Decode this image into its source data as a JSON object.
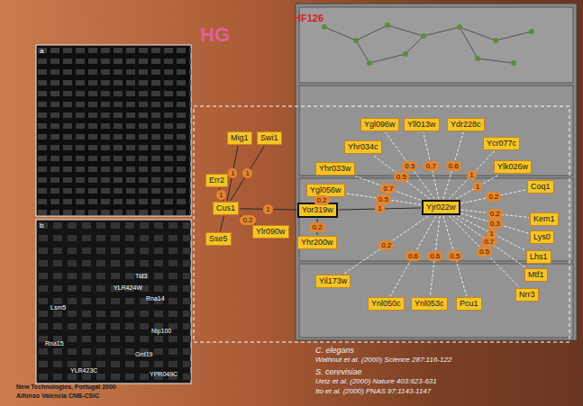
{
  "diagram": {
    "title": "HF126",
    "nodes": [
      {
        "text": [
          "Mig1"
        ]
      },
      {
        "text": [
          "Swi1"
        ]
      },
      {
        "text": [
          "Err2"
        ]
      },
      {
        "text": [
          "Cus1"
        ]
      },
      {
        "text": [
          "Sse5"
        ]
      },
      {
        "text": [
          "Ylr090w"
        ]
      },
      {
        "text": [
          "Ygl096w"
        ]
      },
      {
        "text": [
          "Yll013w"
        ]
      },
      {
        "text": [
          "Ydr228c"
        ]
      },
      {
        "text": [
          "Yhr034c"
        ]
      },
      {
        "text": [
          "Ycr077c"
        ]
      },
      {
        "text": [
          "Yhr033w"
        ]
      },
      {
        "text": [
          "Ylk026w"
        ]
      },
      {
        "text": [
          "Ygl056w"
        ]
      },
      {
        "text": [
          "Coq1"
        ]
      },
      {
        "text": [
          "Yor319w"
        ]
      },
      {
        "text": [
          "Yjr022w"
        ]
      },
      {
        "text": [
          "Kem1"
        ]
      },
      {
        "text": [
          "Lys0"
        ]
      },
      {
        "text": [
          "Yhr200w"
        ]
      },
      {
        "text": [
          "Lhs1"
        ]
      },
      {
        "text": [
          "Mtf1"
        ]
      },
      {
        "text": [
          "Yil173w"
        ]
      },
      {
        "text": [
          "Nrr3"
        ]
      },
      {
        "text": [
          "Ynl050c"
        ]
      },
      {
        "text": [
          "Ynl053c"
        ]
      },
      {
        "text": [
          "Pcu1"
        ]
      }
    ],
    "edges": [
      {
        "from": 3,
        "to": 0,
        "arrow": "none",
        "label": "1"
      },
      {
        "from": 3,
        "to": 1,
        "arrow": "none",
        "label": "1"
      },
      {
        "from": 3,
        "to": 2,
        "arrow": "none",
        "label": "1"
      },
      {
        "from": 3,
        "to": 4,
        "arrow": "none"
      },
      {
        "from": 3,
        "to": 5,
        "arrow": "none",
        "label": "0.2"
      },
      {
        "from": 3,
        "to": 15,
        "arrow": "none",
        "label": "1"
      },
      {
        "from": 15,
        "to": 16,
        "arrow": "none",
        "label": "1"
      },
      {
        "from": 15,
        "to": 19,
        "arrow": "none",
        "label": "0.2"
      },
      {
        "from": 15,
        "to": 13,
        "arrow": "none",
        "label": "0.2"
      },
      {
        "from": 16,
        "to": 6,
        "arrow": "none",
        "label": "0.5"
      },
      {
        "from": 16,
        "to": 7,
        "arrow": "none",
        "label": "0.7"
      },
      {
        "from": 16,
        "to": 8,
        "arrow": "none",
        "label": "0.6"
      },
      {
        "from": 16,
        "to": 9,
        "arrow": "none",
        "label": "0.5"
      },
      {
        "from": 16,
        "to": 10,
        "arrow": "none",
        "label": "1"
      },
      {
        "from": 16,
        "to": 11,
        "arrow": "none",
        "label": "0.7"
      },
      {
        "from": 16,
        "to": 12,
        "arrow": "none",
        "label": "1"
      },
      {
        "from": 16,
        "to": 13,
        "arrow": "none",
        "label": "0.5"
      },
      {
        "from": 16,
        "to": 14,
        "arrow": "none",
        "label": "0.2"
      },
      {
        "from": 16,
        "to": 17,
        "arrow": "none",
        "label": "0.2"
      },
      {
        "from": 16,
        "to": 18,
        "arrow": "none",
        "label": "0.3"
      },
      {
        "from": 16,
        "to": 20,
        "arrow": "none",
        "label": "1"
      },
      {
        "from": 16,
        "to": 21,
        "arrow": "none",
        "label": "0.7"
      },
      {
        "from": 16,
        "to": 23,
        "arrow": "none",
        "label": "0.5"
      },
      {
        "from": 16,
        "to": 26,
        "arrow": "none",
        "label": "0.5"
      },
      {
        "from": 16,
        "to": 25,
        "arrow": "none",
        "label": "0.6"
      },
      {
        "from": 16,
        "to": 24,
        "arrow": "none",
        "label": "0.6"
      },
      {
        "from": 16,
        "to": 22,
        "arrow": "none",
        "label": "0.2"
      }
    ],
    "labels": [
      "a",
      "b",
      "HG",
      "Tid3",
      "YLR424W",
      "Rna14",
      "Lsm5",
      "Nip100",
      "Rna15",
      "Grd19",
      "YLR423C",
      "YPR049C",
      "C. elegans",
      "Walhout et al. (2000) Science 287:116-122",
      "S. cerevisiae",
      "Uetz et al. (2000) Nature 403:623-631",
      "Ito et al. (2000) PNAS 97:1143-1147",
      "New Technologies, Portugal 2000",
      "Alfonso Valencia CNB-CSIC"
    ]
  }
}
